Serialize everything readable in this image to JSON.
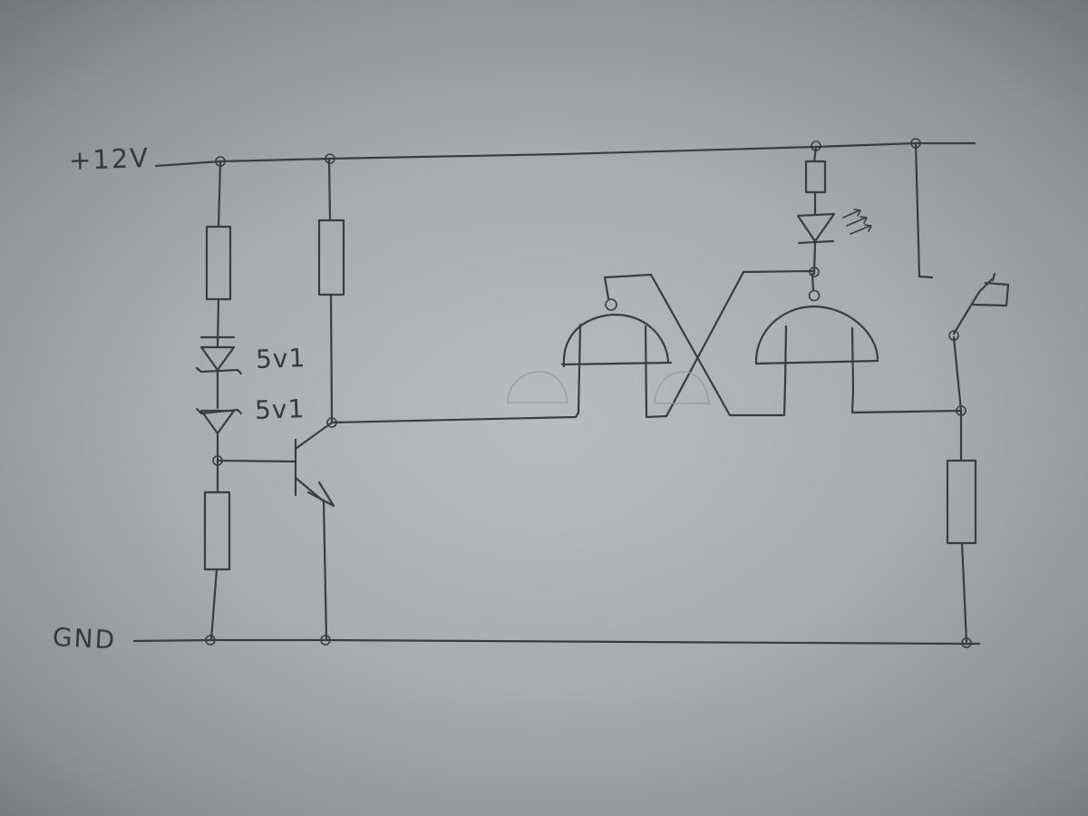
{
  "labels": {
    "supply": "+12V",
    "ground": "GND",
    "zener_top": "5v1",
    "zener_bottom": "5v1"
  },
  "colors": {
    "paper": "#b9bcbf",
    "ink": "#3a3c3f"
  }
}
